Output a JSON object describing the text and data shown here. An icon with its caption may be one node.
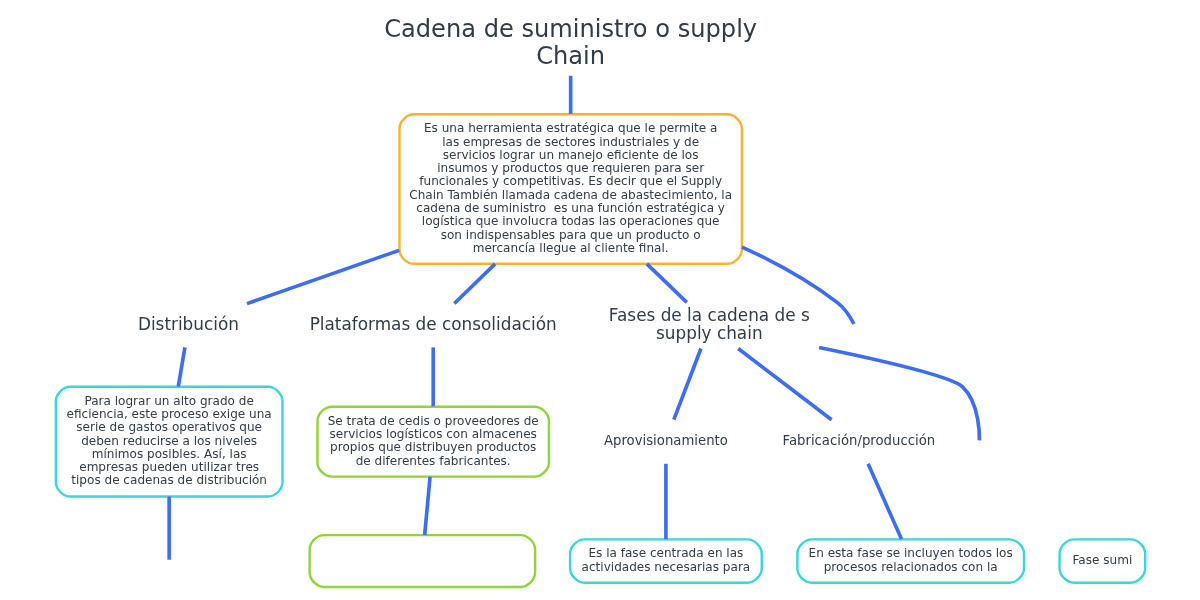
{
  "diagram": {
    "nodes": [
      {
        "text": [
          "Cadena de suministro o supply Chain"
        ]
      },
      {
        "text": [
          "Es una herramienta estratégica que le permite a las empresas de sectores industriales y de servicios lograr un manejo eficiente de los insumos y productos que requieren para ser funcionales y competitivas. Es decir que el Supply Chain También llamada cadena de abastecimiento, la cadena de suministro  es una función estratégica y logística que involucra todas las operaciones que son indispensables para que un producto o mercancía llegue al cliente final."
        ]
      },
      {
        "text": [
          "Distribución"
        ]
      },
      {
        "text": [
          "Plataformas de consolidación"
        ]
      },
      {
        "text": [
          "Fases de la cadena de s supply chain"
        ]
      },
      {
        "text": [
          "Para lograr un alto grado de eficiencia, este proceso exige una serie de gastos operativos que deben reducirse a los niveles mínimos posibles. Así, las empresas pueden utilizar tres tipos de cadenas de distribución"
        ]
      },
      {
        "text": [
          "Se trata de cedis o proveedores de servicios logísticos con almacenes propios que distribuyen productos de diferentes fabricantes."
        ]
      },
      {
        "text": [],
        "shape": "box"
      },
      {
        "text": [
          "Aprovisionamiento"
        ]
      },
      {
        "text": [
          "Fabricación/producción"
        ]
      },
      {
        "text": [
          "Es la fase centrada en las actividades necesarias para"
        ]
      },
      {
        "text": [
          "En esta fase se incluyen todos los procesos relacionados con la"
        ]
      },
      {
        "text": [
          "Fase sumi"
        ]
      }
    ],
    "edges": [
      {
        "from": 0,
        "to": 1,
        "arrow": "none"
      },
      {
        "from": 1,
        "to": 2,
        "arrow": "none"
      },
      {
        "from": 1,
        "to": 3,
        "arrow": "none"
      },
      {
        "from": 1,
        "to": 4,
        "arrow": "none"
      },
      {
        "from": 1,
        "to": null,
        "arrow": "none"
      },
      {
        "from": 2,
        "to": 5,
        "arrow": "none"
      },
      {
        "from": 5,
        "to": null,
        "arrow": "none"
      },
      {
        "from": 3,
        "to": 6,
        "arrow": "none"
      },
      {
        "from": 6,
        "to": 7,
        "arrow": "none"
      },
      {
        "from": 4,
        "to": 8,
        "arrow": "none"
      },
      {
        "from": 4,
        "to": 9,
        "arrow": "none"
      },
      {
        "from": 4,
        "to": null,
        "arrow": "none"
      },
      {
        "from": 8,
        "to": 10,
        "arrow": "none"
      },
      {
        "from": 9,
        "to": 11,
        "arrow": "none"
      }
    ]
  }
}
